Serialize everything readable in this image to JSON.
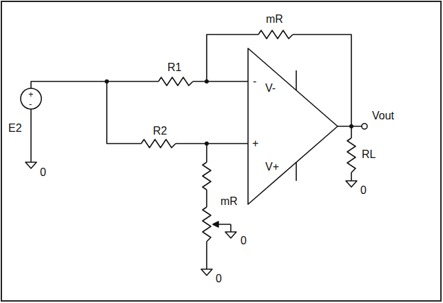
{
  "diagram": {
    "labels": [
      "mR",
      "R1",
      "E2",
      "+",
      "-",
      "-",
      "+",
      "V-",
      "V+",
      "Vout",
      "R2",
      "RL",
      "mR",
      "0",
      "0",
      "0",
      "0"
    ]
  }
}
